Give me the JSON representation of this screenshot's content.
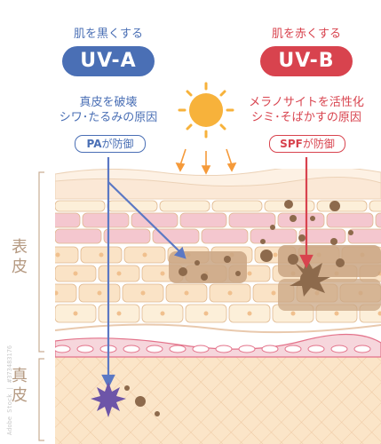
{
  "uva": {
    "caption": "肌を黒くする",
    "pill_label": "UV-A",
    "description_line1": "真皮を破壊",
    "description_line2": "シワ･たるみの原因",
    "badge_strong": "PA",
    "badge_rest": "が防御",
    "color": "#4a6fb5"
  },
  "uvb": {
    "caption": "肌を赤くする",
    "pill_label": "UV-B",
    "description_line1": "メラノサイトを活性化",
    "description_line2": "シミ･そばかすの原因",
    "badge_strong": "SPF",
    "badge_rest": "が防御",
    "color": "#d8434e"
  },
  "layers": {
    "epidermis_label": "表皮",
    "dermis_label": "真皮"
  },
  "watermark": "Adobe Stock | #373483176",
  "colors": {
    "sun": "#f7b23b",
    "sun_rays": "#f59a3a",
    "skin_outline": "#e0b88f",
    "cell_pink": "#f4c7cf",
    "cell_peach": "#fae3c6",
    "cell_cream": "#fcefd9",
    "dermis": "#fbe5c8",
    "melanin_dark": "#8d6a4c",
    "melanin_mid": "#b08a68",
    "damage_star": "#6d55a8",
    "vessel": "#e3728a"
  }
}
